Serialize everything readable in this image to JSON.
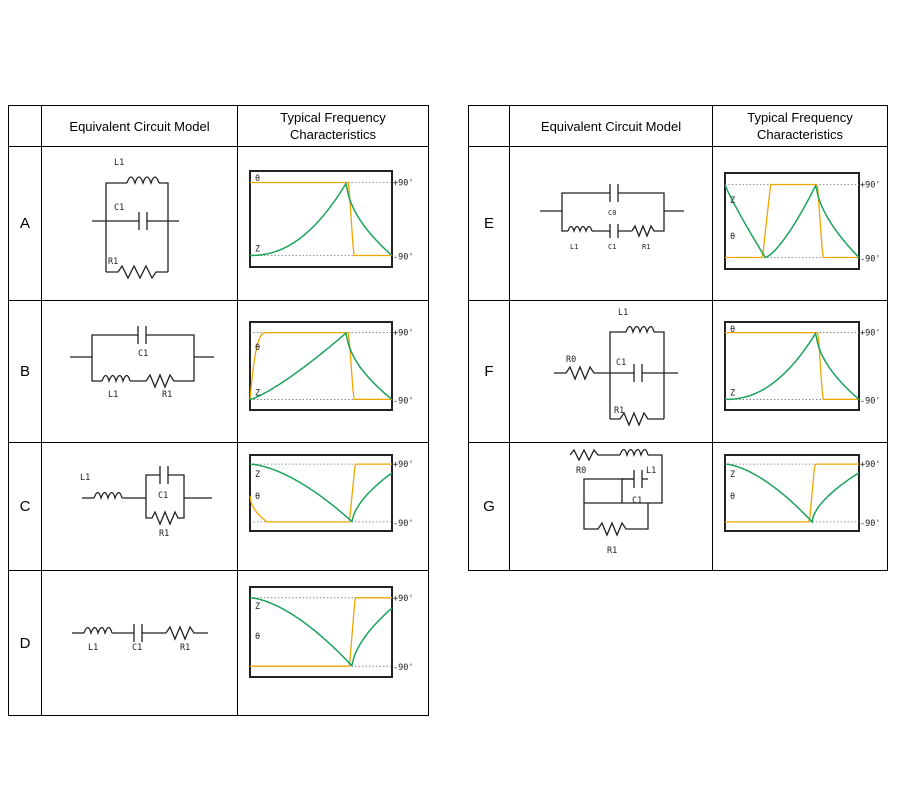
{
  "headers": {
    "circuit": "Equivalent Circuit Model",
    "freq": "Typical Frequency\nCharacteristics"
  },
  "axis_labels": {
    "top": "+90'",
    "bottom": "-90'",
    "impedance": "Z",
    "phase": "θ"
  },
  "colors": {
    "impedance": "#1aa35a",
    "phase": "#f0a500",
    "frame": "#222222"
  },
  "left_table": {
    "rows": [
      {
        "label": "A",
        "components": [
          "L1",
          "C1",
          "R1"
        ]
      },
      {
        "label": "B",
        "components": [
          "C1",
          "L1",
          "R1"
        ]
      },
      {
        "label": "C",
        "components": [
          "L1",
          "C1",
          "R1"
        ]
      },
      {
        "label": "D",
        "components": [
          "L1",
          "C1",
          "R1"
        ]
      }
    ]
  },
  "right_table": {
    "rows": [
      {
        "label": "E",
        "components": [
          "C0",
          "L1",
          "C1",
          "R1"
        ]
      },
      {
        "label": "F",
        "components": [
          "L1",
          "R0",
          "C1",
          "R1"
        ]
      },
      {
        "label": "G",
        "components": [
          "R0",
          "L1",
          "C1",
          "R1"
        ]
      }
    ]
  }
}
